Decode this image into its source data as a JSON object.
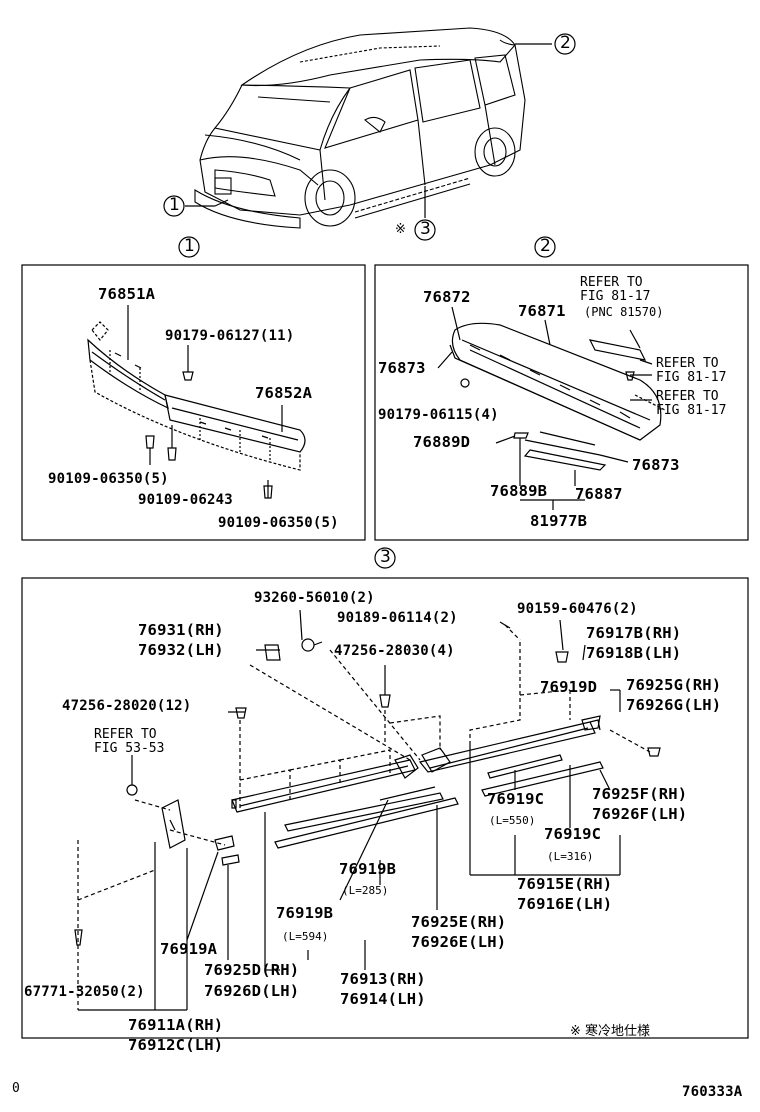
{
  "callouts": {
    "c1": "1",
    "c2": "2",
    "c3": "3",
    "p1": "1",
    "p2": "2",
    "p3": "3",
    "c3_mark": "※"
  },
  "panel1": {
    "p76851A": "76851A",
    "p90179_06127": "90179-06127(11)",
    "p76852A": "76852A",
    "p90109_06350_a": "90109-06350(5)",
    "p90109_06243": "90109-06243",
    "p90109_06350_b": "90109-06350(5)"
  },
  "panel2": {
    "p76872": "76872",
    "p76871": "76871",
    "refer1_a": "REFER TO",
    "refer1_b": "FIG 81-17",
    "refer1_c": "(PNC 81570)",
    "p76873_a": "76873",
    "refer2_a": "REFER TO",
    "refer2_b": "FIG 81-17",
    "refer3_a": "REFER TO",
    "refer3_b": "FIG 81-17",
    "p90179_06115": "90179-06115(4)",
    "p76889D": "76889D",
    "p76873_b": "76873",
    "p76889B": "76889B",
    "p76887": "76887",
    "p81977B": "81977B"
  },
  "panel3": {
    "p93260": "93260-56010(2)",
    "p90189": "90189-06114(2)",
    "p90159": "90159-60476(2)",
    "p76931": "76931(RH)",
    "p76932": "76932(LH)",
    "p47256_28030": "47256-28030(4)",
    "p76917B": "76917B(RH)",
    "p76918B": "76918B(LH)",
    "p76919D": "76919D",
    "p76925G": "76925G(RH)",
    "p76926G": "76926G(LH)",
    "p47256_28020": "47256-28020(12)",
    "refer_a": "REFER TO",
    "refer_b": "FIG 53-53",
    "p76925F": "76925F(RH)",
    "p76926F": "76926F(LH)",
    "p76919C_a": "76919C",
    "l550": "(L=550)",
    "p76919C_b": "76919C",
    "l316": "(L=316)",
    "p76919B_a": "76919B",
    "l285": "(L=285)",
    "p76915E": "76915E(RH)",
    "p76916E": "76916E(LH)",
    "p76919B_b": "76919B",
    "l594": "(L=594)",
    "p76925E": "76925E(RH)",
    "p76926E": "76926E(LH)",
    "p76919A": "76919A",
    "p76925D": "76925D(RH)",
    "p76926D": "76926D(LH)",
    "p76913": "76913(RH)",
    "p76914": "76914(LH)",
    "p67771": "67771-32050(2)",
    "p76911A": "76911A(RH)",
    "p76912C": "76912C(LH)",
    "note": "※ 寒冷地仕様"
  },
  "footer": {
    "left": "0",
    "right": "760333A"
  }
}
